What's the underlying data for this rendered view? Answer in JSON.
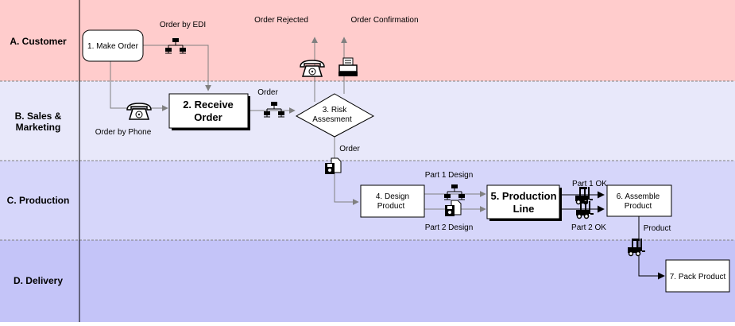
{
  "lanes": [
    {
      "label": "A. Customer",
      "color": "#ffcccc"
    },
    {
      "label_lines": [
        "B. Sales &",
        "Marketing"
      ],
      "color": "#e8e8fa"
    },
    {
      "label": "C. Production",
      "color": "#d6d6fa"
    },
    {
      "label": "D. Delivery",
      "color": "#c4c4f8"
    }
  ],
  "steps": {
    "make_order": "1. Make Order",
    "receive_order": [
      "2. Receive",
      "Order"
    ],
    "risk": [
      "3. Risk",
      "Assesment"
    ],
    "design": [
      "4. Design",
      "Product"
    ],
    "production_line": [
      "5. Production",
      "Line"
    ],
    "assemble": [
      "6. Assemble",
      "Product"
    ],
    "pack": "7. Pack Product"
  },
  "notes": {
    "order_by_edi": "Order by EDI",
    "order_by_phone": "Order by Phone",
    "order_rejected": "Order Rejected",
    "order_confirmation": "Order Confirmation",
    "order_top": "Order",
    "order_bottom": "Order",
    "part1_design": "Part 1 Design",
    "part2_design": "Part 2 Design",
    "part1_ok": "Part 1 OK",
    "part2_ok": "Part 2 OK",
    "product": "Product"
  },
  "icons": [
    "network-icon",
    "telephone-icon",
    "fax-icon",
    "document-disk-icon",
    "forklift-icon"
  ]
}
